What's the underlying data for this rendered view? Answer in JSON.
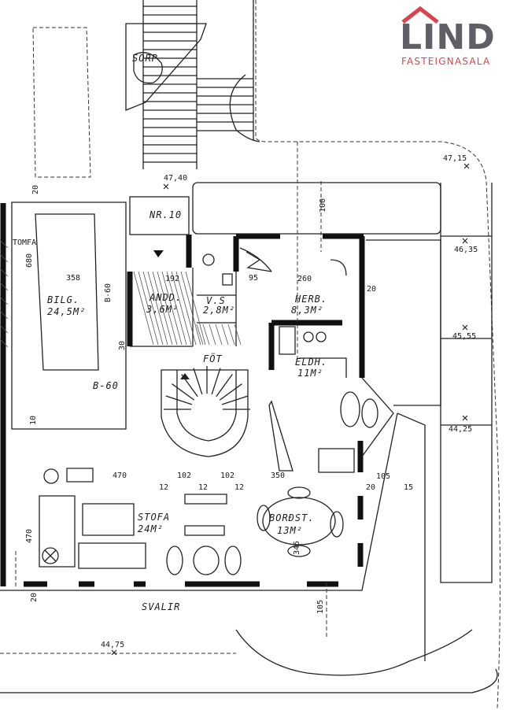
{
  "brand": {
    "name": "LIND",
    "tagline": "FASTEIGNASALA",
    "roof_color": "#d9434f",
    "text_color": "#5d6066"
  },
  "rooms": {
    "bilg": "BILG.",
    "bilg_area": "24,5M²",
    "nr10": "NR.10",
    "andd": "ANDD.",
    "andd_area": "3,6M²",
    "vs": "V.S",
    "vs_area": "2,8M²",
    "herb": "HERB.",
    "herb_area": "8,3M²",
    "fot": "FÖT",
    "eldh": "ELDH.",
    "eldh_area": "11M²",
    "stofa": "STOFA",
    "stofa_area": "24M²",
    "bordst": "BORÐST.",
    "bordst_area": "13M²",
    "svalir": "SVALIR",
    "sorp": "SORP"
  },
  "labels": {
    "tomfa": "TOMFA",
    "b60_a": "B-60",
    "b60_b": "B-60"
  },
  "elevations": {
    "e1": "47,15",
    "e2": "47,40",
    "e3": "46,35",
    "e4": "45,55",
    "e5": "44,25",
    "e6": "44,75"
  },
  "dimensions": {
    "d358": "358",
    "d192": "192",
    "d95": "95",
    "d260": "260",
    "d470": "470",
    "d102a": "102",
    "d102b": "102",
    "d350": "350",
    "d12a": "12",
    "d12b": "12",
    "d12c": "12",
    "d20a": "20",
    "d20b": "20",
    "d20c": "20",
    "d20d": "20",
    "d105a": "105",
    "d105b": "105",
    "d15": "15",
    "d10": "10",
    "d30": "30",
    "d680": "680",
    "d470v": "470",
    "d345": "345",
    "d100": "100"
  }
}
